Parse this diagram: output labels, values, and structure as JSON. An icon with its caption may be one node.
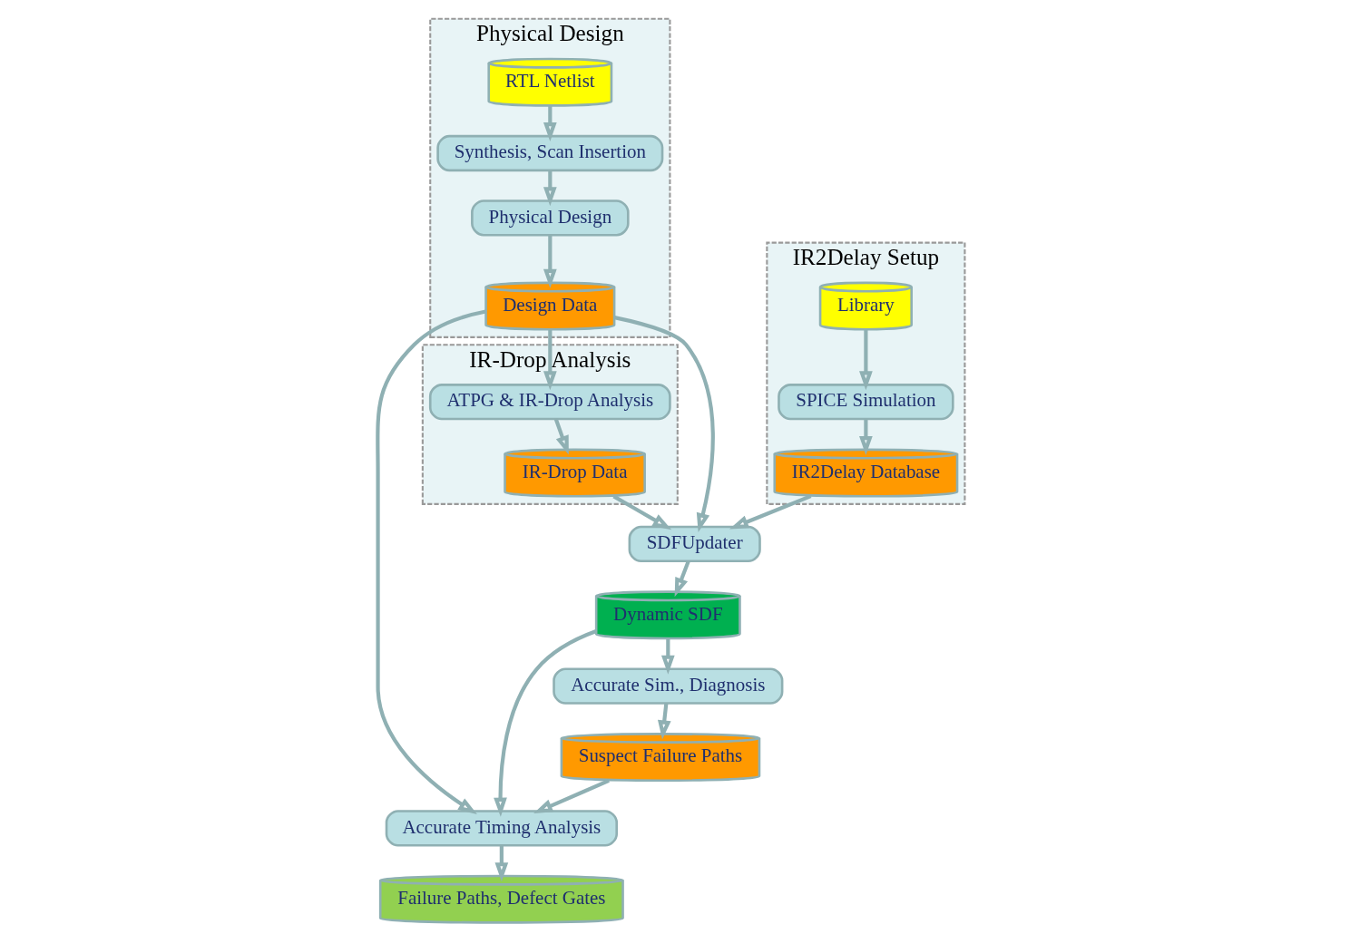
{
  "diagram": {
    "nodes": [
      {
        "text": [
          "Physical Design"
        ]
      },
      {
        "text": [
          "RTL Netlist"
        ],
        "in": 0
      },
      {
        "text": [
          "Synthesis, Scan Insertion"
        ],
        "in": 0
      },
      {
        "text": [
          "Physical Design"
        ],
        "in": 0
      },
      {
        "text": [
          "Design Data"
        ],
        "in": 0
      },
      {
        "text": [
          "IR-Drop Analysis"
        ]
      },
      {
        "text": [
          "ATPG & IR-Drop Analysis"
        ],
        "in": 5
      },
      {
        "text": [
          "IR-Drop Data"
        ],
        "in": 5
      },
      {
        "text": [
          "IR2Delay Setup"
        ]
      },
      {
        "text": [
          "Library"
        ],
        "in": 8
      },
      {
        "text": [
          "SPICE Simulation"
        ],
        "in": 8
      },
      {
        "text": [
          "IR2Delay Database"
        ],
        "in": 8
      },
      {
        "text": [
          "SDFUpdater"
        ]
      },
      {
        "text": [
          "Dynamic SDF"
        ]
      },
      {
        "text": [
          "Accurate Sim., Diagnosis"
        ]
      },
      {
        "text": [
          "Suspect Failure Paths"
        ]
      },
      {
        "text": [
          "Accurate Timing Analysis"
        ]
      },
      {
        "text": [
          "Failure Paths, Defect Gates"
        ]
      }
    ],
    "edges": [
      {
        "from": 1,
        "to": 2,
        "arrow": "to"
      },
      {
        "from": 2,
        "to": 3,
        "arrow": "to"
      },
      {
        "from": 3,
        "to": 4,
        "arrow": "to"
      },
      {
        "from": 4,
        "to": 6,
        "arrow": "to"
      },
      {
        "from": 4,
        "to": 12,
        "arrow": "to"
      },
      {
        "from": 4,
        "to": 16,
        "arrow": "to"
      },
      {
        "from": 6,
        "to": 7,
        "arrow": "to"
      },
      {
        "from": 7,
        "to": 12,
        "arrow": "to"
      },
      {
        "from": 9,
        "to": 10,
        "arrow": "to"
      },
      {
        "from": 10,
        "to": 11,
        "arrow": "to"
      },
      {
        "from": 11,
        "to": 12,
        "arrow": "to"
      },
      {
        "from": 12,
        "to": 13,
        "arrow": "to"
      },
      {
        "from": 13,
        "to": 14,
        "arrow": "to"
      },
      {
        "from": 13,
        "to": 16,
        "arrow": "to"
      },
      {
        "from": 14,
        "to": 15,
        "arrow": "to"
      },
      {
        "from": 15,
        "to": 16,
        "arrow": "to"
      },
      {
        "from": 16,
        "to": 17,
        "arrow": "to"
      }
    ]
  }
}
